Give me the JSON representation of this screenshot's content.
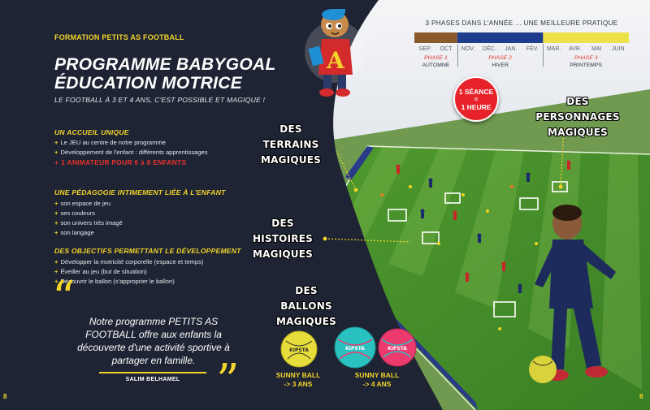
{
  "header": {
    "kicker": "FORMATION PETITS AS FOOTBALL",
    "title_line1": "PROGRAMME BABYGOAL",
    "title_line2": "ÉDUCATION MOTRICE",
    "subtitle": "LE FOOTBALL À 3 ET 4 ANS, C'EST POSSIBLE ET MAGIQUE !"
  },
  "sections": [
    {
      "heading": "UN ACCUEIL UNIQUE",
      "items": [
        {
          "text": "Le JEU au centre de notre programme",
          "highlight": false
        },
        {
          "text": "Développement de l'enfant : différents apprentissages",
          "highlight": false
        },
        {
          "text": "1 ANIMATEUR POUR 6 à 8  ENFANTS",
          "highlight": true
        }
      ]
    },
    {
      "heading": "UNE PÉDAGOGIE INTIMEMENT LIÉE À L'ENFANT",
      "items": [
        {
          "text": "son espace de jeu",
          "highlight": false
        },
        {
          "text": "ses couleurs",
          "highlight": false
        },
        {
          "text": "son univers très imagé",
          "highlight": false
        },
        {
          "text": "son langage",
          "highlight": false
        }
      ]
    },
    {
      "heading": "DES OBJECTIFS PERMETTANT LE DÉVELOPPEMENT",
      "items": [
        {
          "text": "Développer la motricité corporelle (espace et temps)",
          "highlight": false
        },
        {
          "text": "Éveiller au jeu (but de situation)",
          "highlight": false
        },
        {
          "text": "Découvrir le ballon (s'approprier le ballon)",
          "highlight": false
        }
      ]
    }
  ],
  "quote": {
    "open_mark": "“",
    "close_mark": "”",
    "text": "Notre programme PETITS AS FOOTBALL offre aux enfants la découverte d'une activité sportive à partager en famille.",
    "author": "SALIM BELHAMEL"
  },
  "page_numbers": {
    "left": "8",
    "right": "8"
  },
  "timeline": {
    "title": "3 PHASES DANS L'ANNÉE ... UNE MEILLEURE PRATIQUE",
    "months": [
      "SEP.",
      "OCT.",
      "NOV.",
      "DÉC.",
      "JAN.",
      "FÉV.",
      "MAR.",
      "AVR.",
      "MAI",
      "JUIN"
    ],
    "phases": [
      {
        "label": "PHASE 1",
        "season": "AUTOMNE",
        "color": "#8a5a2b",
        "months": 2
      },
      {
        "label": "PHASE 2",
        "season": "HIVER",
        "color": "#1f3d8f",
        "months": 4
      },
      {
        "label": "PHASE 3",
        "season": "PRINTEMPS",
        "color": "#eee24a",
        "months": 4
      }
    ]
  },
  "badge": {
    "line1": "1 SÉANCE",
    "eq": "=",
    "line2": "1 HEURE",
    "color": "#e8222a"
  },
  "magic_labels": {
    "terrains": [
      "DES TERRAINS",
      "MAGIQUES"
    ],
    "personnages": [
      "DES PERSONNAGES",
      "MAGIQUES"
    ],
    "histoires": [
      "DES HISTOIRES",
      "MAGIQUES"
    ],
    "ballons": [
      "DES BALLONS",
      "MAGIQUES"
    ]
  },
  "balls": [
    {
      "caption": [
        "SUNNY BALL",
        "-> 3 ANS"
      ],
      "color": "#e6dc3c",
      "brand": "KIPSTA"
    },
    {
      "caption": [
        "SUNNY BALL",
        "-> 4 ANS"
      ],
      "color": "#29c2c0",
      "brand": "KIPSTA"
    },
    {
      "caption": [],
      "color": "#ec3a6e",
      "brand": "KIPSTA"
    }
  ],
  "colors": {
    "panel": "#1e2433",
    "accent_yellow": "#f2d42b",
    "accent_red": "#e8322d",
    "field_green": "#3f8a2a"
  },
  "mascot_letter": "A"
}
